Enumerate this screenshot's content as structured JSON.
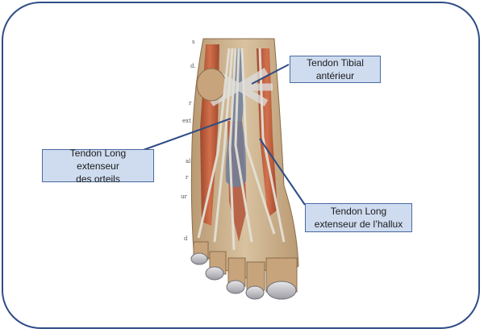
{
  "labels": {
    "tibial_anterieur": "Tendon Tibial\nantérieur",
    "long_extenseur_orteils": "Tendon Long extenseur\ndes orteils",
    "long_extenseur_hallux": "Tendon Long\nextenseur de l’hallux"
  },
  "margin_marks": [
    "s",
    "d.",
    "r",
    "ext",
    "al",
    "r",
    "ur",
    "d"
  ],
  "colors": {
    "frame": "#2f4c86",
    "label_fill": "#cfdcf0",
    "label_border": "#4b6aa0",
    "pointer": "#2f4c86"
  }
}
